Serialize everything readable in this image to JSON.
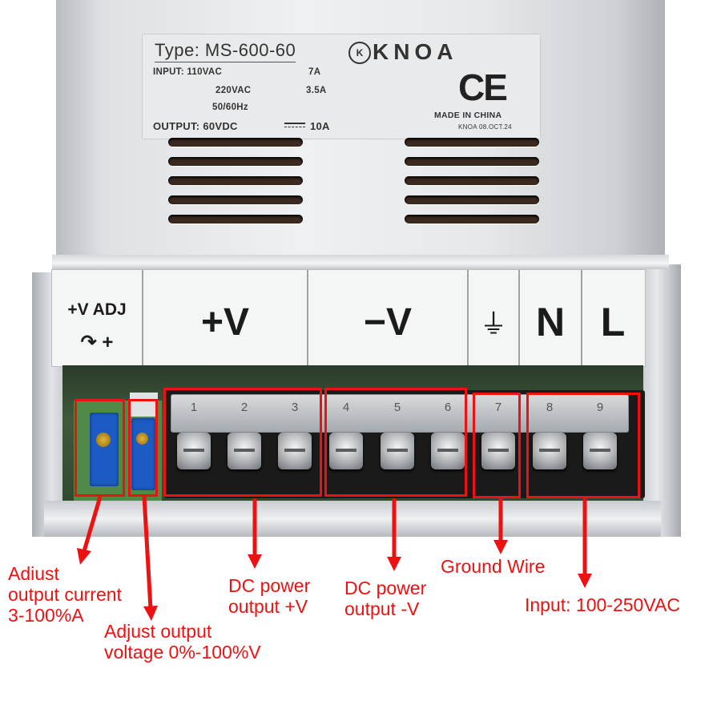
{
  "spec_label": {
    "type_text": "Type: MS-600-60",
    "brand_logo_text": "K",
    "brand_text": "KNOA",
    "input_label": "INPUT: 110VAC",
    "input_current_110": "7A",
    "input_voltage_220": "220VAC",
    "input_current_220": "3.5A",
    "frequency": "50/60Hz",
    "output_label": "OUTPUT: 60VDC",
    "output_current": "10A",
    "ce_mark": "CE",
    "made_in": "MADE IN CHINA",
    "date_code": "KNOA 08.OCT.24"
  },
  "terminal_label": {
    "adj_title": "+V ADJ",
    "adj_symbol": "↷ +",
    "plus_v": "+V",
    "minus_v": "−V",
    "ground_symbol": "⏚",
    "neutral": "N",
    "line": "L"
  },
  "terminals": [
    "1",
    "2",
    "3",
    "4",
    "5",
    "6",
    "7",
    "8",
    "9"
  ],
  "annotations": {
    "adjust_current": [
      "Adiust",
      "output current",
      "3-100%A"
    ],
    "adjust_voltage": [
      "Adjust output",
      "voltage 0%-100%V"
    ],
    "dc_plus": [
      "DC power",
      "output +V"
    ],
    "dc_minus": [
      "DC power",
      "output -V"
    ],
    "ground": "Ground Wire",
    "input": "Input: 100-250VAC"
  },
  "colors": {
    "annotation_red": "#ee1111",
    "trimmer_blue": "#1d5bc4"
  }
}
